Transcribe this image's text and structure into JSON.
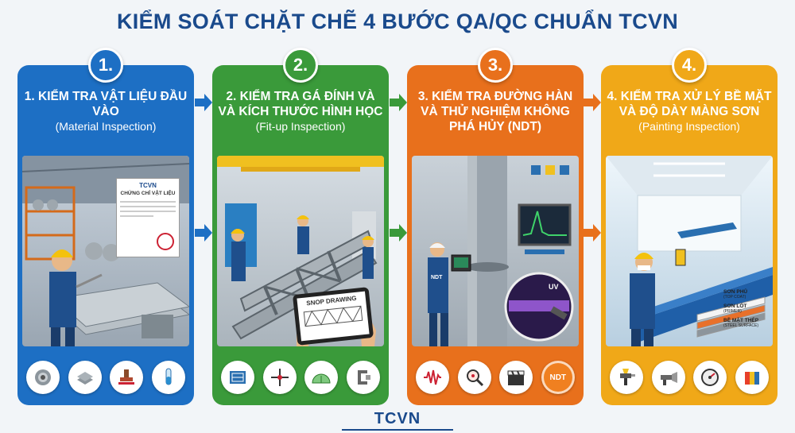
{
  "page_title": "KIỂM SOÁT CHẶT CHẼ 4 BƯỚC QA/QC CHUẨN TCVN",
  "steps": [
    {
      "badge": "1.",
      "title": "1. KIỂM TRA VẬT LIỆU ĐẦU VÀO",
      "subtitle": "(Material Inspection)",
      "color": "#1d6fc4",
      "doc_brand": "TCVN",
      "doc_title": "CHỨNG CHỈ VẬT LIỆU",
      "icons": [
        "coil-icon",
        "steel-sheets-icon",
        "stamp-icon",
        "test-tube-icon"
      ]
    },
    {
      "badge": "2.",
      "title": "2. KIỂM TRA GÁ ĐÍNH VÀ VÀ KÍCH THƯỚC HÌNH HỌC",
      "subtitle": "(Fit-up Inspection)",
      "color": "#3a9a3a",
      "tablet_text": "SNOP DRAWING",
      "icons": [
        "blueprint-icon",
        "crosshair-icon",
        "protractor-icon",
        "clamp-icon"
      ]
    },
    {
      "badge": "3.",
      "title": "3. KIỂM TRA ĐƯỜNG HÀN VÀ THỬ NGHIỆM KHÔNG PHÁ HỦY (NDT)",
      "subtitle": "",
      "color": "#e8701c",
      "vest_text": "NDT",
      "uv_text": "UV",
      "icons": [
        "waveform-icon",
        "magnifier-icon",
        "clapperboard-icon",
        "ndt-badge-icon"
      ],
      "ndt_icon_text": "NDT"
    },
    {
      "badge": "4.",
      "title": "4. KIỂM TRA XỬ LÝ BỀ MẶT VÀ ĐỘ DÀY MÀNG SƠN",
      "subtitle": "(Painting Inspection)",
      "color": "#f0a818",
      "layers": [
        {
          "name": "SƠN PHỦ",
          "sub": "(TOP COAT)"
        },
        {
          "name": "SƠN LÓT",
          "sub": "(PRIMER)"
        },
        {
          "name": "BỀ MẶT THÉP",
          "sub": "(STEEL SURFACE)"
        }
      ],
      "icons": [
        "spray-gun-icon",
        "blast-nozzle-icon",
        "gauge-icon",
        "color-swatch-icon"
      ]
    }
  ],
  "footer_logo": "TCVN"
}
